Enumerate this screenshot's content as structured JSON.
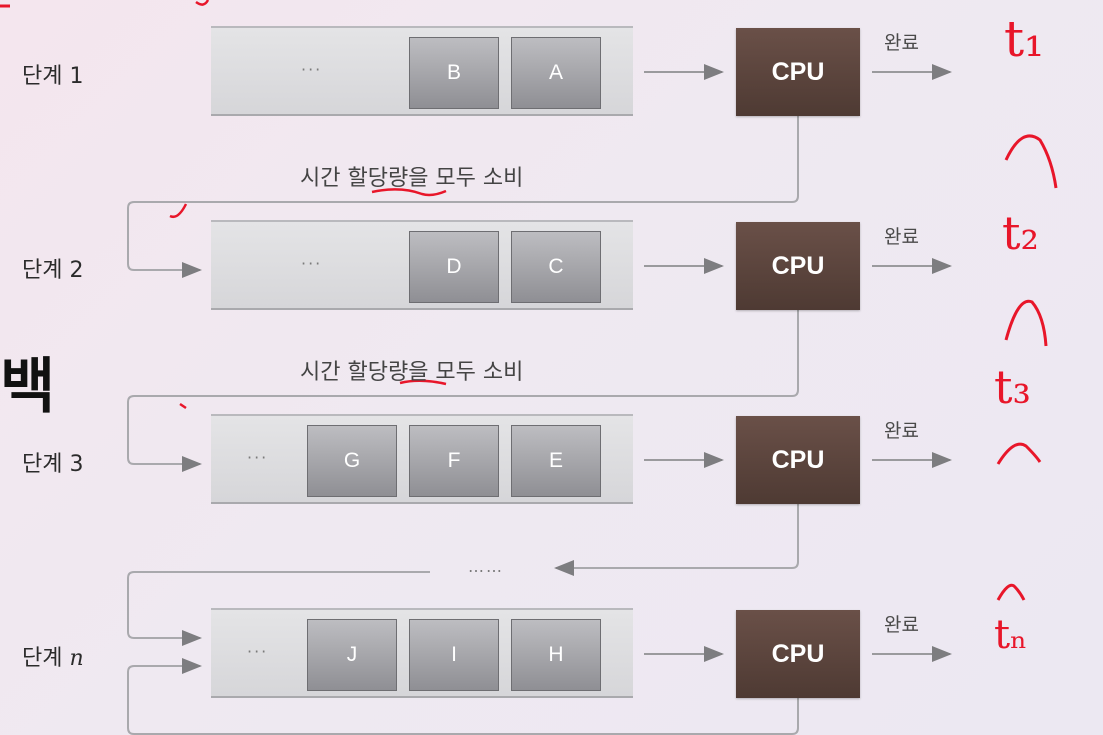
{
  "stages": [
    {
      "label_prefix": "단계",
      "label_num": "1",
      "processes": [
        "B",
        "A"
      ],
      "dots": "···",
      "cpu": "CPU",
      "done": "완료"
    },
    {
      "label_prefix": "단계",
      "label_num": "2",
      "processes": [
        "D",
        "C"
      ],
      "dots": "···",
      "cpu": "CPU",
      "done": "완료"
    },
    {
      "label_prefix": "단계",
      "label_num": "3",
      "processes": [
        "G",
        "F",
        "E"
      ],
      "dots": "···",
      "cpu": "CPU",
      "done": "완료"
    },
    {
      "label_prefix": "단계",
      "label_num": "n",
      "processes": [
        "J",
        "I",
        "H"
      ],
      "dots": "···",
      "cpu": "CPU",
      "done": "완료"
    }
  ],
  "quantum_text": "시간 할당량을 모두 소비",
  "between_dots": "……",
  "edge_glyph": "백",
  "handwriting": {
    "times": [
      "t₁",
      "t₂",
      "t₃",
      "tₙ"
    ],
    "order_marks": [
      "∧",
      "∧",
      "∧",
      "∧"
    ]
  },
  "colors": {
    "cpu": "#5a4239",
    "annotation": "#e8162a"
  }
}
